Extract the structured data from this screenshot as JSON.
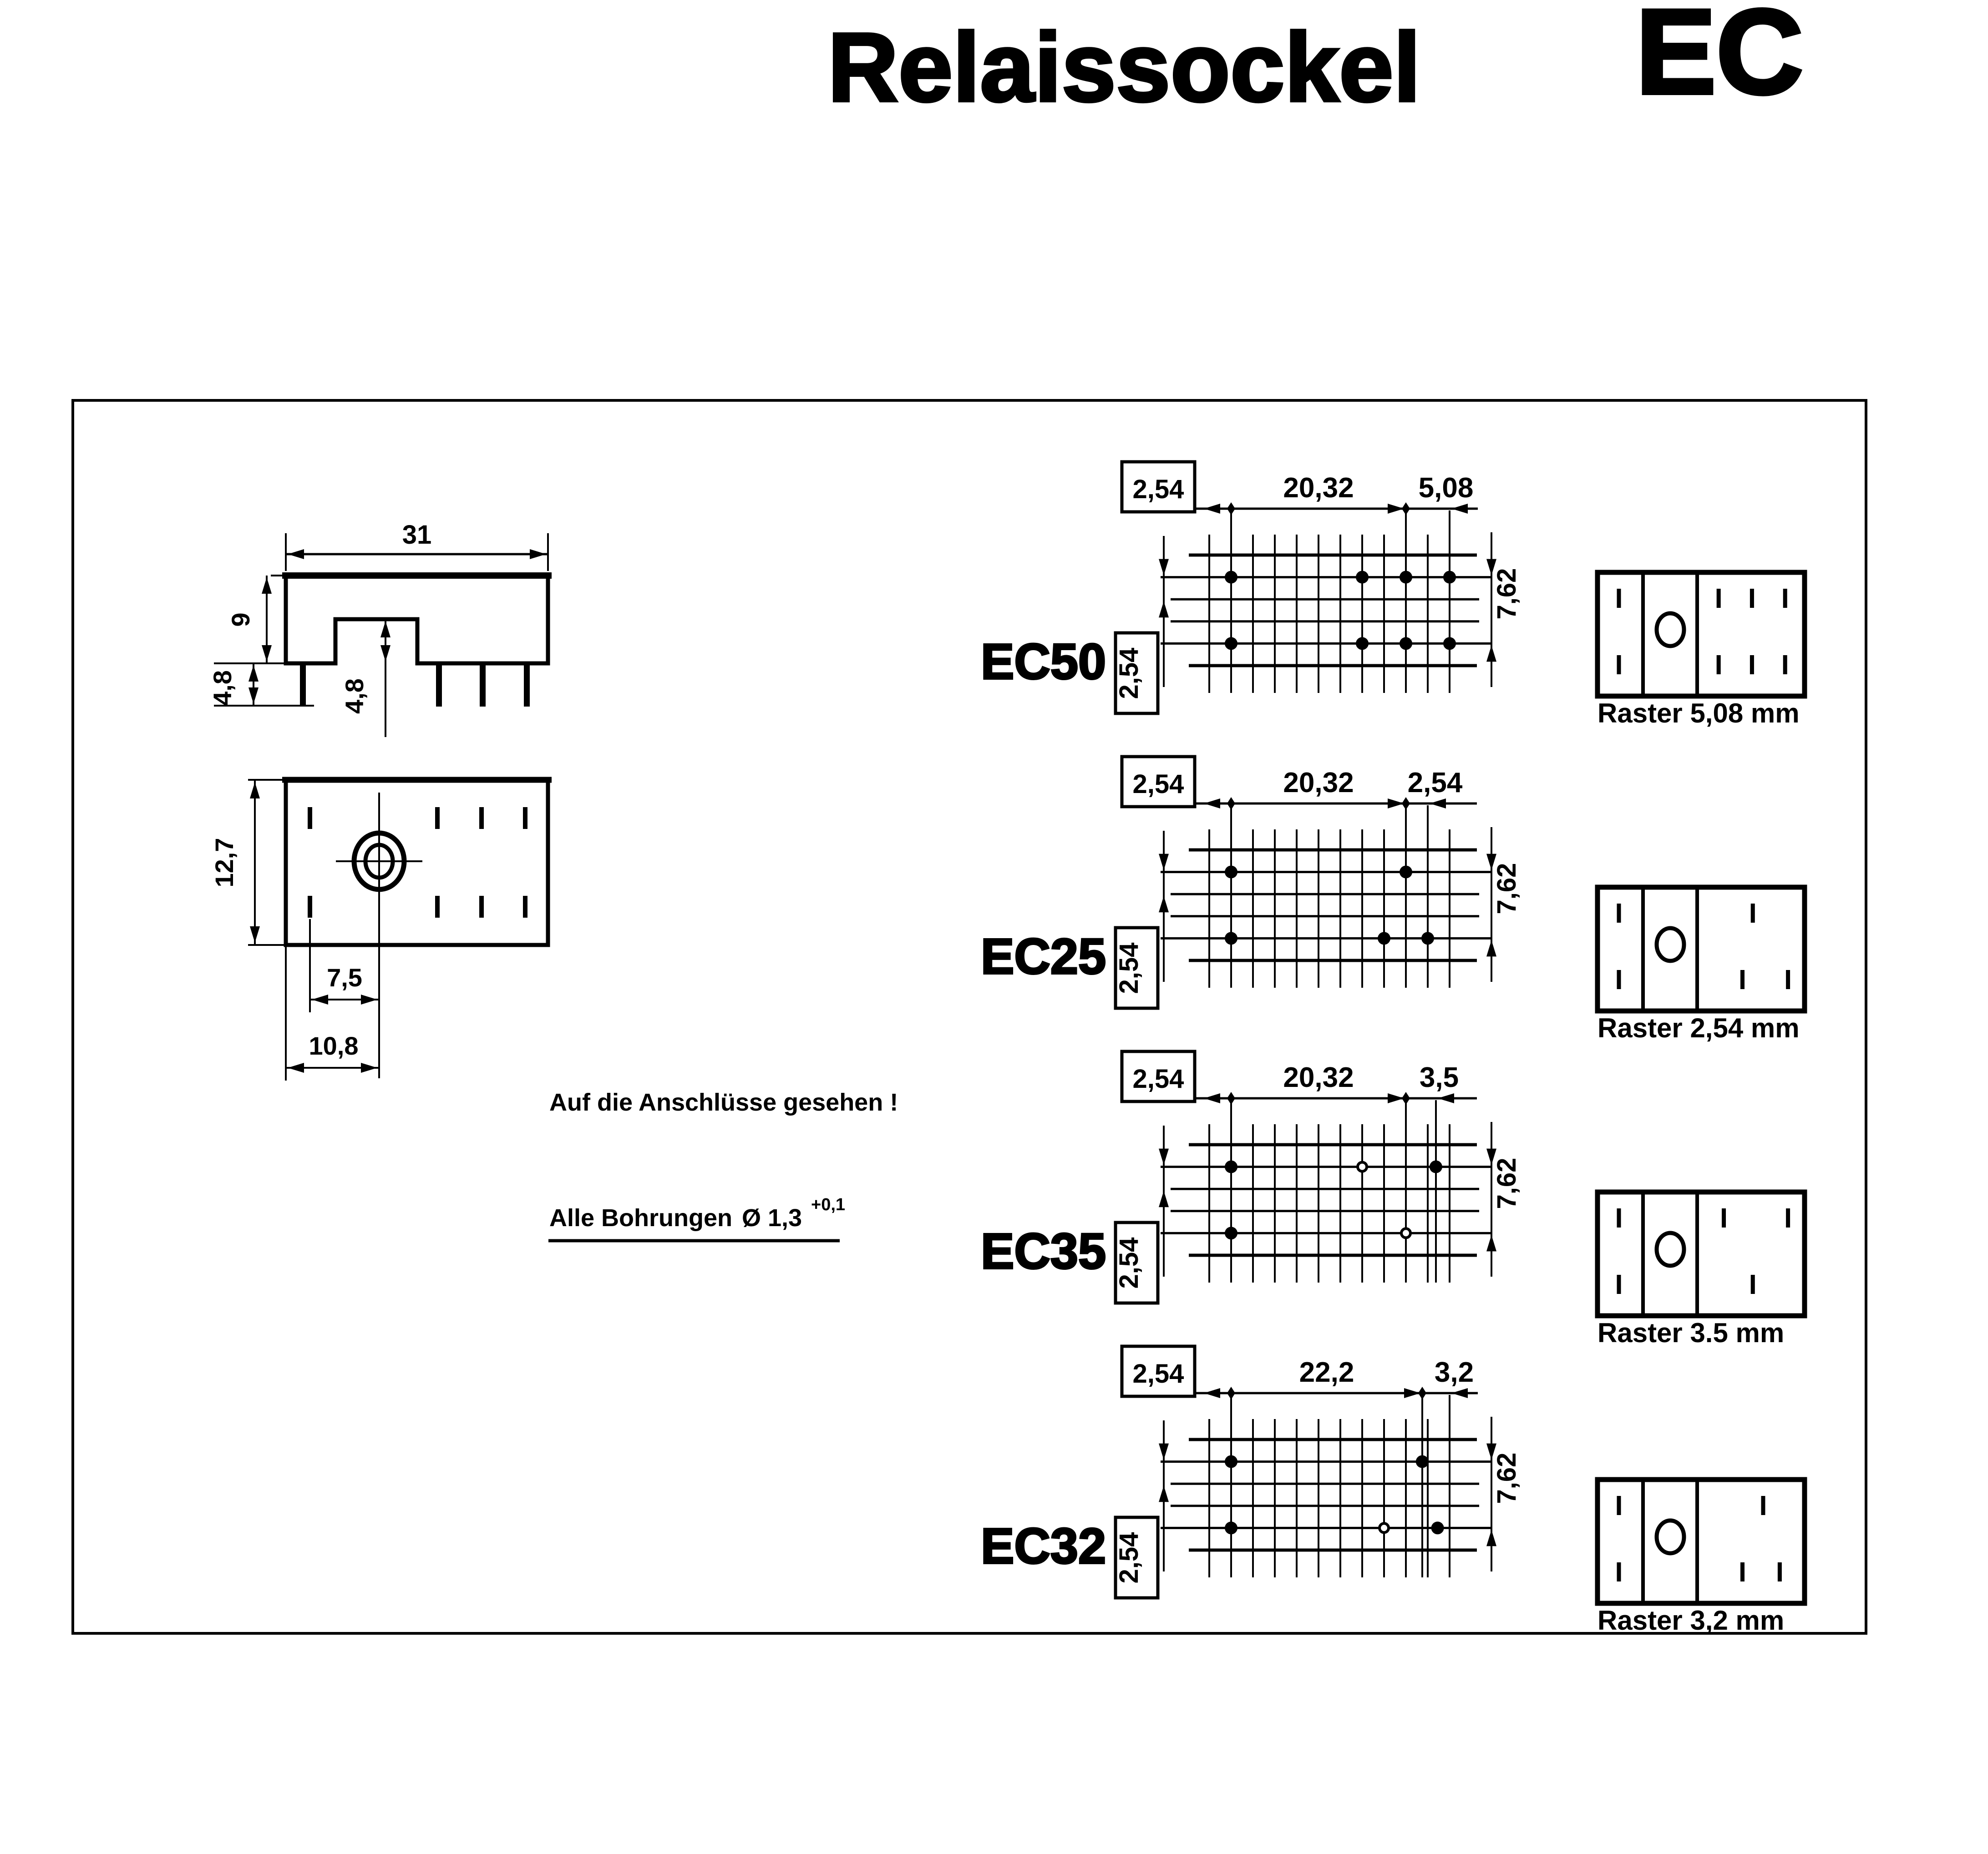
{
  "page": {
    "title": "Relaissockel",
    "code": "EC",
    "ink": "#000000",
    "paper": "#ffffff"
  },
  "notes": {
    "line1": "Auf die Anschlüsse gesehen !",
    "line2": "Alle Bohrungen",
    "diameter": "Ø 1,3",
    "tolerance": "+0,1"
  },
  "side_view": {
    "width": "31",
    "height": "9",
    "pin_length": "4,8",
    "notch_height": "4,8"
  },
  "bottom_view": {
    "height": "12,7",
    "center_from_pin": "7,5",
    "center_from_edge": "10,8"
  },
  "variants": [
    {
      "label": "EC50",
      "grid_pitch_h": "2,54",
      "span": "20,32",
      "right_span": "5,08",
      "height_span": "7,62",
      "grid_pitch_v": "2,54",
      "raster": "Raster  5,08 mm",
      "span_end_f": 0.8182,
      "right_end_f": 1.0,
      "extra_cols": [],
      "dots_top": [
        {
          "f": 0.0909,
          "hollow": false
        },
        {
          "f": 0.6364,
          "hollow": false
        },
        {
          "f": 0.8182,
          "hollow": false
        },
        {
          "f": 1.0,
          "hollow": false
        }
      ],
      "dots_bottom": [
        {
          "f": 0.0909,
          "hollow": false
        },
        {
          "f": 0.6364,
          "hollow": false
        },
        {
          "f": 0.8182,
          "hollow": false
        },
        {
          "f": 1.0,
          "hollow": false
        }
      ],
      "fp_top": [
        0.585,
        0.746,
        0.906
      ],
      "fp_bottom": [
        0.585,
        0.746,
        0.906
      ]
    },
    {
      "label": "EC25",
      "grid_pitch_h": "2,54",
      "span": "20,32",
      "right_span": "2,54",
      "height_span": "7,62",
      "grid_pitch_v": "2,54",
      "raster": "Raster  2,54 mm",
      "span_end_f": 0.8182,
      "right_end_f": 0.9091,
      "extra_cols": [],
      "dots_top": [
        {
          "f": 0.0909,
          "hollow": false
        },
        {
          "f": 0.8182,
          "hollow": false
        }
      ],
      "dots_bottom": [
        {
          "f": 0.0909,
          "hollow": false
        },
        {
          "f": 0.7273,
          "hollow": false
        },
        {
          "f": 0.9091,
          "hollow": false
        }
      ],
      "fp_top": [
        0.75
      ],
      "fp_bottom": [
        0.7,
        0.92
      ]
    },
    {
      "label": "EC35",
      "grid_pitch_h": "2,54",
      "span": "20,32",
      "right_span": "3,5",
      "height_span": "7,62",
      "grid_pitch_v": "2,54",
      "raster": "Raster  3.5 mm",
      "span_end_f": 0.8182,
      "right_end_f": 0.943,
      "extra_cols": [
        0.943
      ],
      "dots_top": [
        {
          "f": 0.0909,
          "hollow": false
        },
        {
          "f": 0.6364,
          "hollow": true
        },
        {
          "f": 0.943,
          "hollow": false
        }
      ],
      "dots_bottom": [
        {
          "f": 0.0909,
          "hollow": false
        },
        {
          "f": 0.8182,
          "hollow": true
        }
      ],
      "fp_top": [
        0.61,
        0.92
      ],
      "fp_bottom": [
        0.75
      ]
    },
    {
      "label": "EC32",
      "grid_pitch_h": "2,54",
      "span": "22,2",
      "right_span": "3,2",
      "height_span": "7,62",
      "grid_pitch_v": "2,54",
      "raster": "Raster  3,2 mm",
      "span_end_f": 0.886,
      "right_end_f": 1.0,
      "extra_cols": [
        0.886
      ],
      "dots_top": [
        {
          "f": 0.0909,
          "hollow": false
        },
        {
          "f": 0.886,
          "hollow": false
        }
      ],
      "dots_bottom": [
        {
          "f": 0.0909,
          "hollow": false
        },
        {
          "f": 0.7273,
          "hollow": true
        },
        {
          "f": 0.95,
          "hollow": false
        }
      ],
      "fp_top": [
        0.8
      ],
      "fp_bottom": [
        0.7,
        0.88
      ]
    }
  ]
}
